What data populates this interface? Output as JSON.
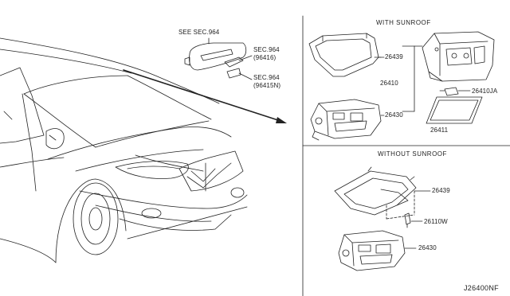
{
  "sections": {
    "with_sunroof": "WITH SUNROOF",
    "without_sunroof": "WITHOUT SUNROOF"
  },
  "visor_refs": {
    "see_sec": "SEE SEC.964",
    "sec1_label": "SEC.964",
    "sec1_part": "(96416)",
    "sec2_label": "SEC.964",
    "sec2_part": "(96415N)"
  },
  "with_sunroof_parts": {
    "frame": "26439",
    "assembly": "26410",
    "bulb": "26410JA",
    "lens": "26411",
    "lamp": "26430"
  },
  "without_sunroof_parts": {
    "bracket": "26439",
    "clip": "26110W",
    "lamp": "26430"
  },
  "diagram_code": "J26400NF"
}
